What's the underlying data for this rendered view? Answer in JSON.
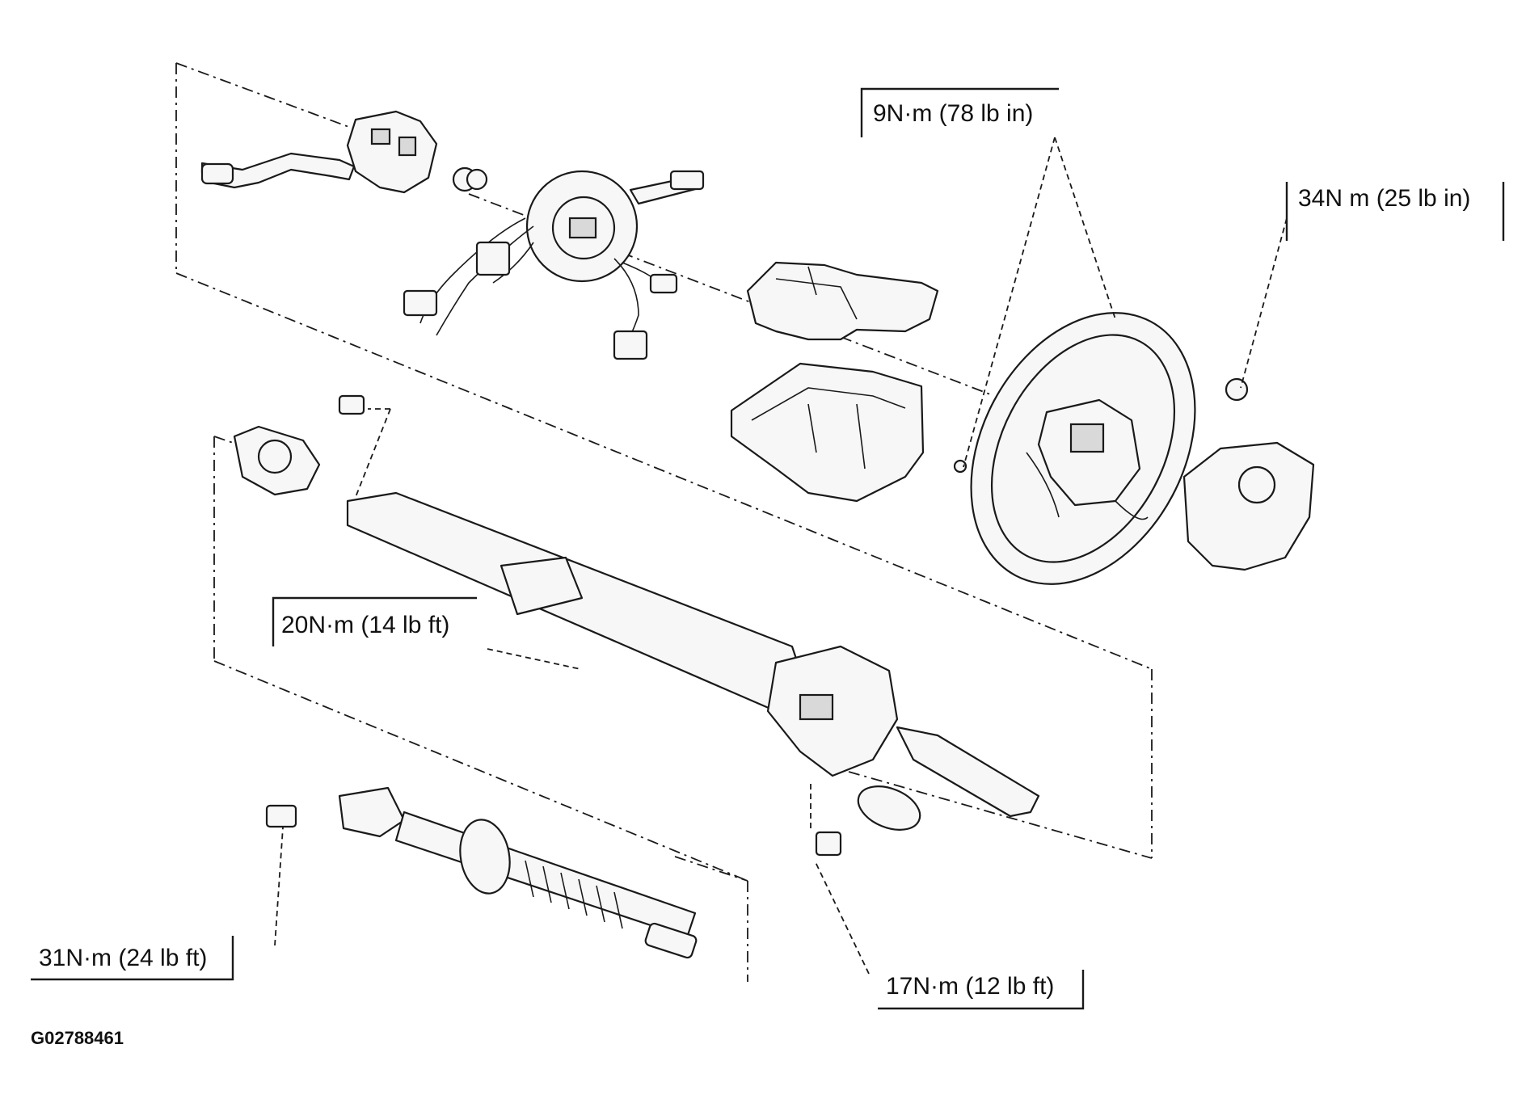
{
  "torque_labels": {
    "steering_wheel_bolt": "9N·m (78 lb in)",
    "airbag_nut": "34N m (25 lb in)",
    "column_bracket_bolt": "20N·m (14 lb ft)",
    "intermediate_shaft_bolt": "31N·m (24 lb ft)",
    "column_lower_nut": "17N·m (12 lb ft)"
  },
  "figure_code": "G02788461"
}
